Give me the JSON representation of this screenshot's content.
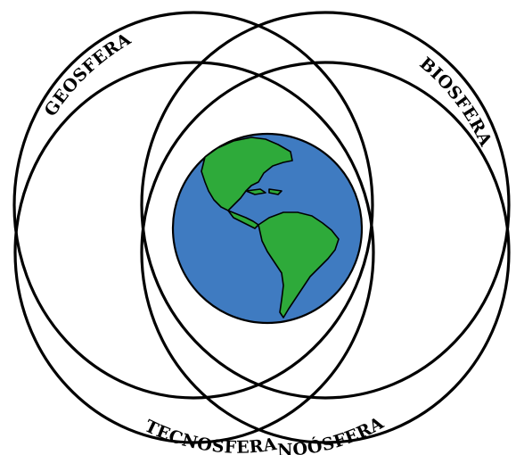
{
  "diagram": {
    "spheres": [
      {
        "id": "geosfera",
        "label": "GEOSFERA"
      },
      {
        "id": "biosfera",
        "label": "BIOSFERA"
      },
      {
        "id": "tecnosfera",
        "label": "TECNOSFERA"
      },
      {
        "id": "noosfera",
        "label": "NOÓSFERA"
      }
    ],
    "colors": {
      "ring_stroke": "#000000",
      "ocean": "#3f7bc1",
      "land": "#2eaa3a",
      "background": "#ffffff"
    },
    "center_icon": "globe-americas-icon"
  }
}
